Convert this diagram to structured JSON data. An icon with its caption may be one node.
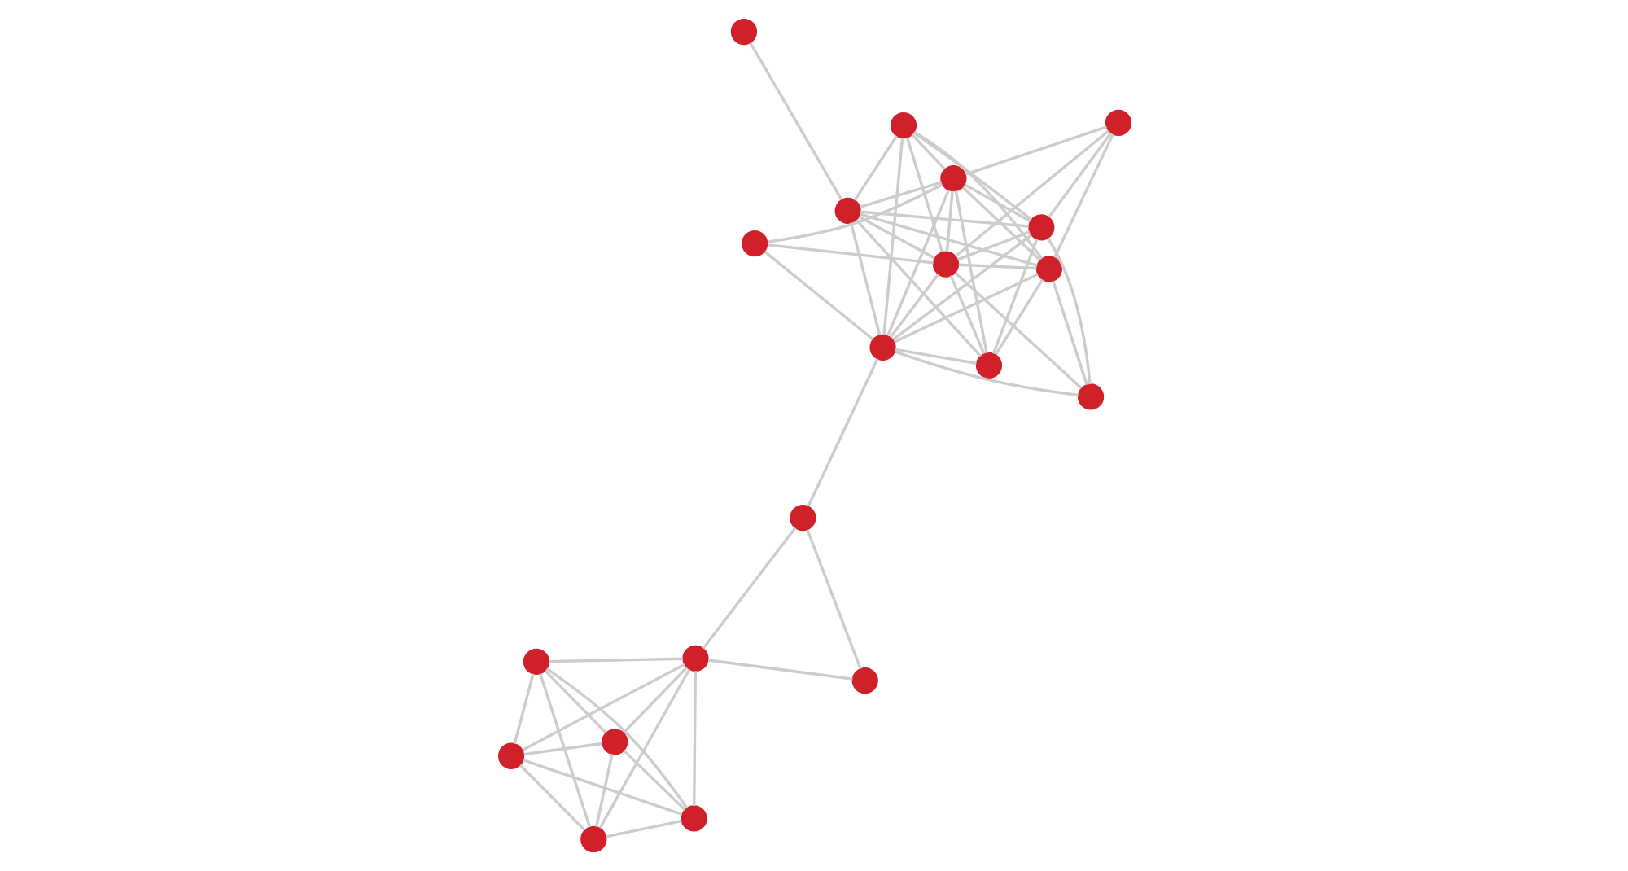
{
  "diagram": {
    "nodes": [
      {
        "text": [],
        "shape": "circle"
      },
      {
        "text": [],
        "shape": "circle"
      },
      {
        "text": [],
        "shape": "circle"
      },
      {
        "text": [],
        "shape": "circle"
      },
      {
        "text": [],
        "shape": "circle"
      },
      {
        "text": [],
        "shape": "circle"
      },
      {
        "text": [],
        "shape": "circle"
      },
      {
        "text": [],
        "shape": "circle"
      },
      {
        "text": [],
        "shape": "circle"
      },
      {
        "text": [],
        "shape": "circle"
      },
      {
        "text": [],
        "shape": "circle"
      },
      {
        "text": [],
        "shape": "circle"
      },
      {
        "text": [],
        "shape": "circle"
      },
      {
        "text": [],
        "shape": "circle"
      },
      {
        "text": [],
        "shape": "circle"
      },
      {
        "text": [],
        "shape": "circle"
      },
      {
        "text": [],
        "shape": "circle"
      },
      {
        "text": [],
        "shape": "circle"
      },
      {
        "text": [],
        "shape": "circle"
      },
      {
        "text": [],
        "shape": "circle"
      }
    ],
    "edges": [
      {
        "from": 0,
        "to": 1,
        "arrow": "none"
      },
      {
        "from": 0,
        "to": 2,
        "arrow": "none"
      },
      {
        "from": 0,
        "to": 3,
        "arrow": "none"
      },
      {
        "from": 0,
        "to": 4,
        "arrow": "none"
      },
      {
        "from": 0,
        "to": 5,
        "arrow": "none"
      },
      {
        "from": 1,
        "to": 2,
        "arrow": "none"
      },
      {
        "from": 1,
        "to": 3,
        "arrow": "none"
      },
      {
        "from": 1,
        "to": 4,
        "arrow": "none"
      },
      {
        "from": 1,
        "to": 5,
        "arrow": "none"
      },
      {
        "from": 2,
        "to": 3,
        "arrow": "none"
      },
      {
        "from": 2,
        "to": 4,
        "arrow": "none"
      },
      {
        "from": 2,
        "to": 5,
        "arrow": "none"
      },
      {
        "from": 3,
        "to": 4,
        "arrow": "none"
      },
      {
        "from": 3,
        "to": 5,
        "arrow": "none"
      },
      {
        "from": 4,
        "to": 5,
        "arrow": "none"
      },
      {
        "from": 5,
        "to": 6,
        "arrow": "none"
      },
      {
        "from": 5,
        "to": 7,
        "arrow": "none"
      },
      {
        "from": 6,
        "to": 7,
        "arrow": "none"
      },
      {
        "from": 7,
        "to": 12,
        "arrow": "none"
      },
      {
        "from": 8,
        "to": 9,
        "arrow": "none"
      },
      {
        "from": 8,
        "to": 10,
        "arrow": "none"
      },
      {
        "from": 8,
        "to": 11,
        "arrow": "none"
      },
      {
        "from": 8,
        "to": 12,
        "arrow": "none"
      },
      {
        "from": 8,
        "to": 13,
        "arrow": "none"
      },
      {
        "from": 8,
        "to": 15,
        "arrow": "none"
      },
      {
        "from": 8,
        "to": 17,
        "arrow": "none"
      },
      {
        "from": 8,
        "to": 18,
        "arrow": "none"
      },
      {
        "from": 9,
        "to": 12,
        "arrow": "none"
      },
      {
        "from": 9,
        "to": 13,
        "arrow": "none"
      },
      {
        "from": 9,
        "to": 17,
        "arrow": "none"
      },
      {
        "from": 9,
        "to": 14,
        "arrow": "none"
      },
      {
        "from": 9,
        "to": 15,
        "arrow": "none"
      },
      {
        "from": 10,
        "to": 13,
        "arrow": "none"
      },
      {
        "from": 10,
        "to": 14,
        "arrow": "none"
      },
      {
        "from": 10,
        "to": 15,
        "arrow": "none"
      },
      {
        "from": 11,
        "to": 12,
        "arrow": "none"
      },
      {
        "from": 11,
        "to": 15,
        "arrow": "none"
      },
      {
        "from": 11,
        "to": 14,
        "arrow": "none"
      },
      {
        "from": 12,
        "to": 13,
        "arrow": "none"
      },
      {
        "from": 12,
        "to": 14,
        "arrow": "none"
      },
      {
        "from": 12,
        "to": 15,
        "arrow": "none"
      },
      {
        "from": 12,
        "to": 16,
        "arrow": "none"
      },
      {
        "from": 12,
        "to": 17,
        "arrow": "none"
      },
      {
        "from": 12,
        "to": 18,
        "arrow": "none"
      },
      {
        "from": 13,
        "to": 14,
        "arrow": "none"
      },
      {
        "from": 13,
        "to": 15,
        "arrow": "none"
      },
      {
        "from": 13,
        "to": 17,
        "arrow": "none"
      },
      {
        "from": 13,
        "to": 18,
        "arrow": "none"
      },
      {
        "from": 13,
        "to": 16,
        "arrow": "none"
      },
      {
        "from": 14,
        "to": 15,
        "arrow": "none"
      },
      {
        "from": 14,
        "to": 17,
        "arrow": "none"
      },
      {
        "from": 14,
        "to": 18,
        "arrow": "none"
      },
      {
        "from": 15,
        "to": 16,
        "arrow": "none"
      },
      {
        "from": 15,
        "to": 17,
        "arrow": "none"
      },
      {
        "from": 15,
        "to": 18,
        "arrow": "none"
      },
      {
        "from": 17,
        "to": 18,
        "arrow": "none"
      },
      {
        "from": 17,
        "to": 19,
        "arrow": "none"
      }
    ]
  }
}
